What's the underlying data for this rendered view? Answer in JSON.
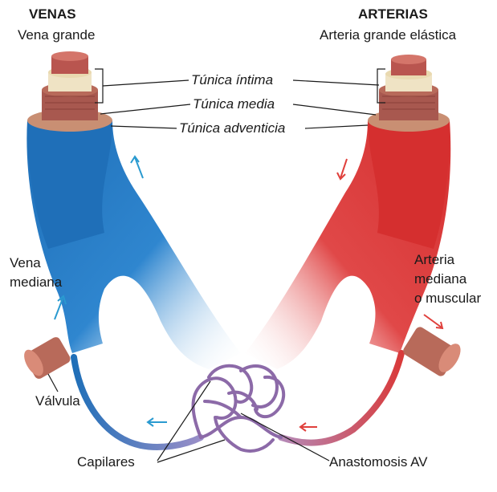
{
  "headers": {
    "veins_title": "VENAS",
    "veins_subtitle": "Vena grande",
    "arteries_title": "ARTERIAS",
    "arteries_subtitle": "Arteria grande elástica"
  },
  "layers": {
    "intima": "Túnica íntima",
    "media": "Túnica media",
    "adventitia": "Túnica adventicia"
  },
  "labels": {
    "median_vein_line1": "Vena",
    "median_vein_line2": "mediana",
    "median_artery_line1": "Arteria",
    "median_artery_line2": "mediana",
    "median_artery_line3": "o muscular",
    "valve": "Válvula",
    "capillaries": "Capilares",
    "av_anastomosis": "Anastomosis AV"
  },
  "colors": {
    "vein": "#1f6fb8",
    "artery": "#d93a3a",
    "capillary": "#8c6aa8",
    "vessel_wall": "#b86a5a"
  }
}
